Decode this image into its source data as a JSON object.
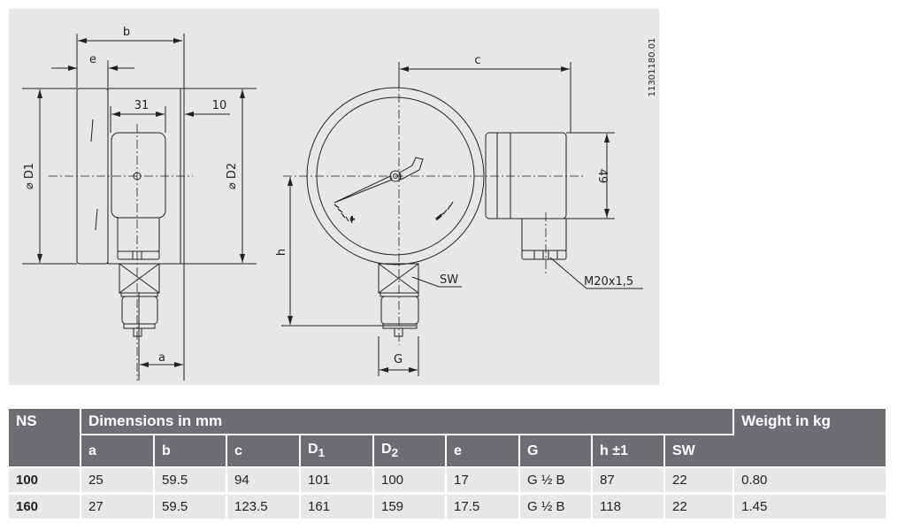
{
  "drawing": {
    "labels": {
      "b": "b",
      "e": "e",
      "d31": "31",
      "d10": "10",
      "D1": "⌀ D1",
      "D2": "⌀ D2",
      "a": "a",
      "c": "c",
      "d49": "49",
      "h": "h",
      "G": "G",
      "SW": "SW",
      "thread": "M20x1,5"
    },
    "drawing_number": "11301180.01"
  },
  "table": {
    "header": {
      "ns": "NS",
      "dimensions": "Dimensions in mm",
      "weight": "Weight in kg"
    },
    "columns": [
      {
        "main": "a",
        "sub": ""
      },
      {
        "main": "b",
        "sub": ""
      },
      {
        "main": "c",
        "sub": ""
      },
      {
        "main": "D",
        "sub": "1"
      },
      {
        "main": "D",
        "sub": "2"
      },
      {
        "main": "e",
        "sub": ""
      },
      {
        "main": "G",
        "sub": ""
      },
      {
        "main": "h ±1",
        "sub": ""
      },
      {
        "main": "SW",
        "sub": ""
      }
    ],
    "rows": [
      {
        "ns": "100",
        "cells": [
          "25",
          "59.5",
          "94",
          "101",
          "100",
          "17",
          "G ½ B",
          "87",
          "22"
        ],
        "weight": "0.80"
      },
      {
        "ns": "160",
        "cells": [
          "27",
          "59.5",
          "123.5",
          "161",
          "159",
          "17.5",
          "G ½ B",
          "118",
          "22"
        ],
        "weight": "1.45"
      }
    ]
  }
}
